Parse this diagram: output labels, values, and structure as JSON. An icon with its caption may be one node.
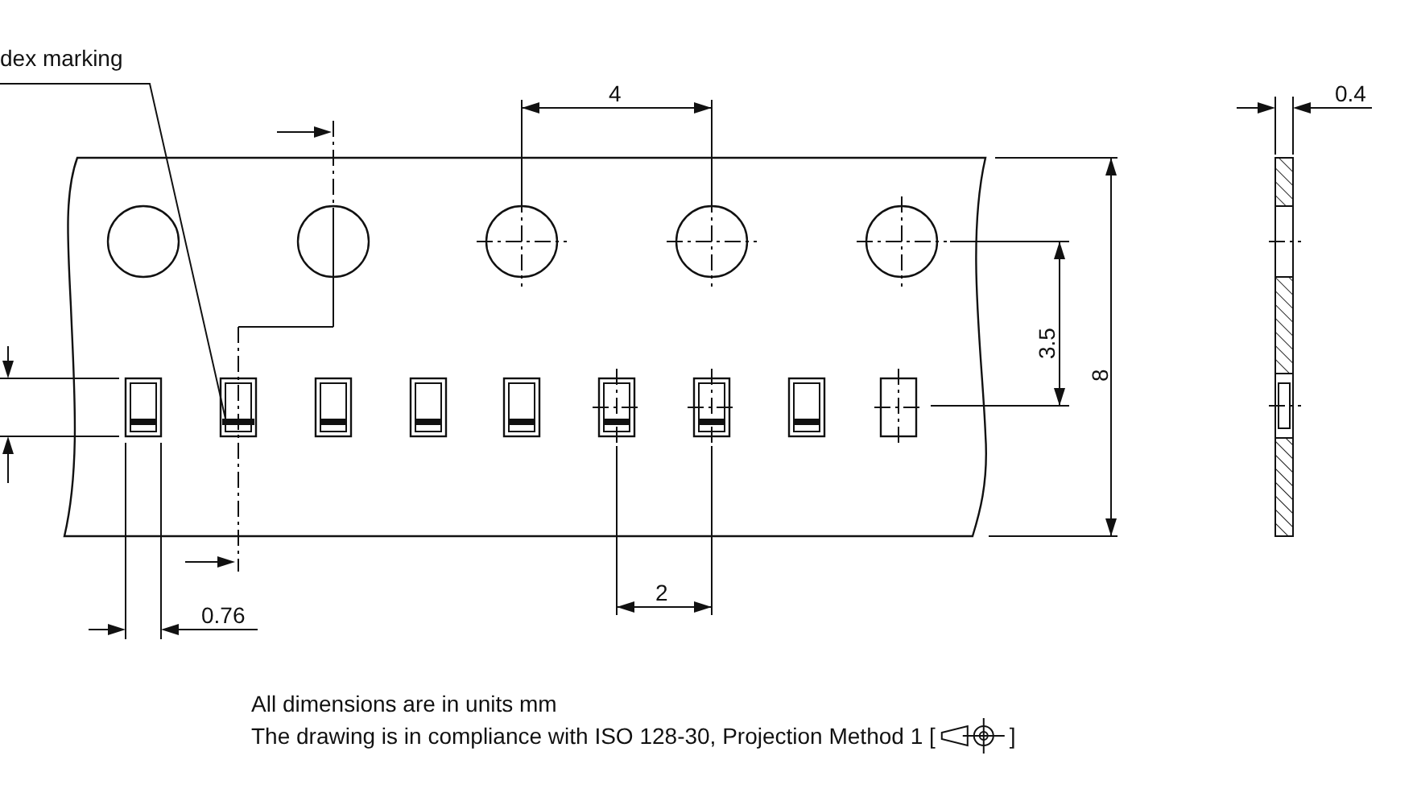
{
  "diagram": {
    "nodes": [
      {
        "text": [
          "dex marking"
        ]
      },
      {
        "text": [],
        "shape": "bar"
      }
    ],
    "edges": [
      {
        "from": 0,
        "to": 1,
        "arrow": "none"
      }
    ],
    "labels": [
      "4",
      "3.5",
      "8",
      "0.76",
      "2",
      "0.4",
      "All dimensions are in units mm",
      "The drawing is in compliance with ISO 128-30, Projection Method 1 [",
      "]"
    ]
  }
}
